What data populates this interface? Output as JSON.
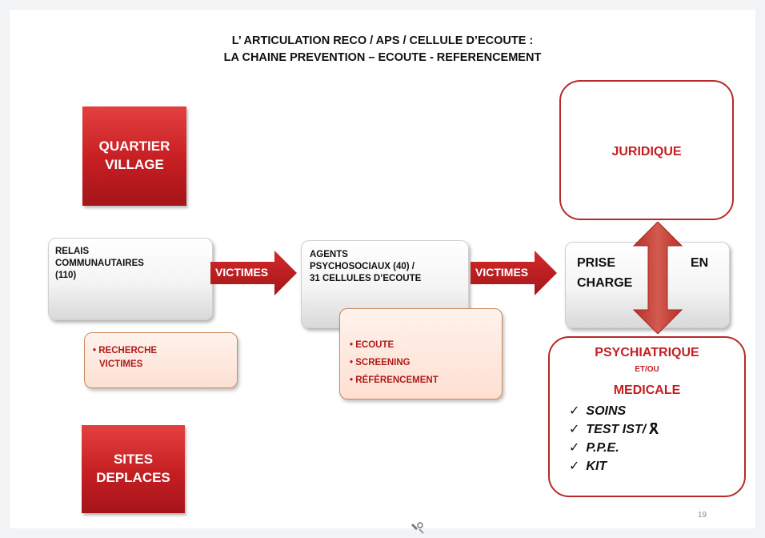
{
  "title": {
    "line1": "L’ ARTICULATION RECO / APS / CELLULE D’ECOUTE :",
    "line2": "LA CHAINE  PREVENTION – ECOUTE - REFERENCEMENT"
  },
  "boxes": {
    "quartier": {
      "line1": "QUARTIER",
      "line2": "VILLAGE"
    },
    "sites": {
      "line1": "SITES",
      "line2": "DEPLACES"
    },
    "relais": {
      "line1": "RELAIS",
      "line2": "COMMUNAUTAIRES",
      "line3": "(110)"
    },
    "agents": {
      "line1": "AGENTS",
      "line2": "PSYCHOSOCIAUX  (40) /",
      "line3": "31 CELLULES D’ECOUTE"
    },
    "prise": {
      "word1": "PRISE",
      "word2": "EN",
      "line2": "CHARGE"
    },
    "juridique": "JURIDIQUE",
    "psy": {
      "line1": "PSYCHIATRIQUE",
      "line2": "ET/OU",
      "line3": "MEDICALE"
    }
  },
  "arrows": {
    "arrow1_label": "VICTIMES",
    "arrow2_label": "VICTIMES"
  },
  "bullets_relais": [
    "RECHERCHE",
    "VICTIMES"
  ],
  "bullets_agents": [
    "ECOUTE",
    "SCREENING",
    "RÉFÉRENCEMENT"
  ],
  "checklist": [
    "SOINS",
    "TEST IST/",
    "P.P.E.",
    "KIT"
  ],
  "page_number": "19",
  "colors": {
    "red": "#c51e22",
    "dark_red": "#b11a1a",
    "pink": "#fde0d2"
  }
}
